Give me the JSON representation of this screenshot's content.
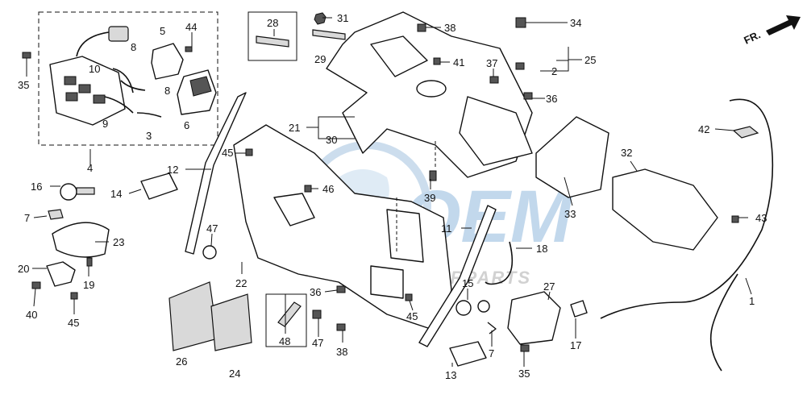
{
  "watermark": {
    "logo_text": "OEM",
    "subtext": "MOTORPARTS"
  },
  "direction": {
    "label": "FR."
  },
  "callouts": {
    "c1": "1",
    "c2": "2",
    "c3": "3",
    "c4": "4",
    "c5": "5",
    "c6": "6",
    "c7a": "7",
    "c7b": "7",
    "c8a": "8",
    "c8b": "8",
    "c9": "9",
    "c10": "10",
    "c11": "11",
    "c12": "12",
    "c13": "13",
    "c14": "14",
    "c15": "15",
    "c16": "16",
    "c17": "17",
    "c18": "18",
    "c19": "19",
    "c20": "20",
    "c21": "21",
    "c22": "22",
    "c23": "23",
    "c24": "24",
    "c25": "25",
    "c26": "26",
    "c27": "27",
    "c28": "28",
    "c29": "29",
    "c30": "30",
    "c31": "31",
    "c32": "32",
    "c33": "33",
    "c34": "34",
    "c35a": "35",
    "c35b": "35",
    "c36a": "36",
    "c36b": "36",
    "c37": "37",
    "c38a": "38",
    "c38b": "38",
    "c39": "39",
    "c40": "40",
    "c41": "41",
    "c42": "42",
    "c43": "43",
    "c44": "44",
    "c45a": "45",
    "c45b": "45",
    "c45c": "45",
    "c46": "46",
    "c47a": "47",
    "c47b": "47",
    "c48": "48"
  }
}
